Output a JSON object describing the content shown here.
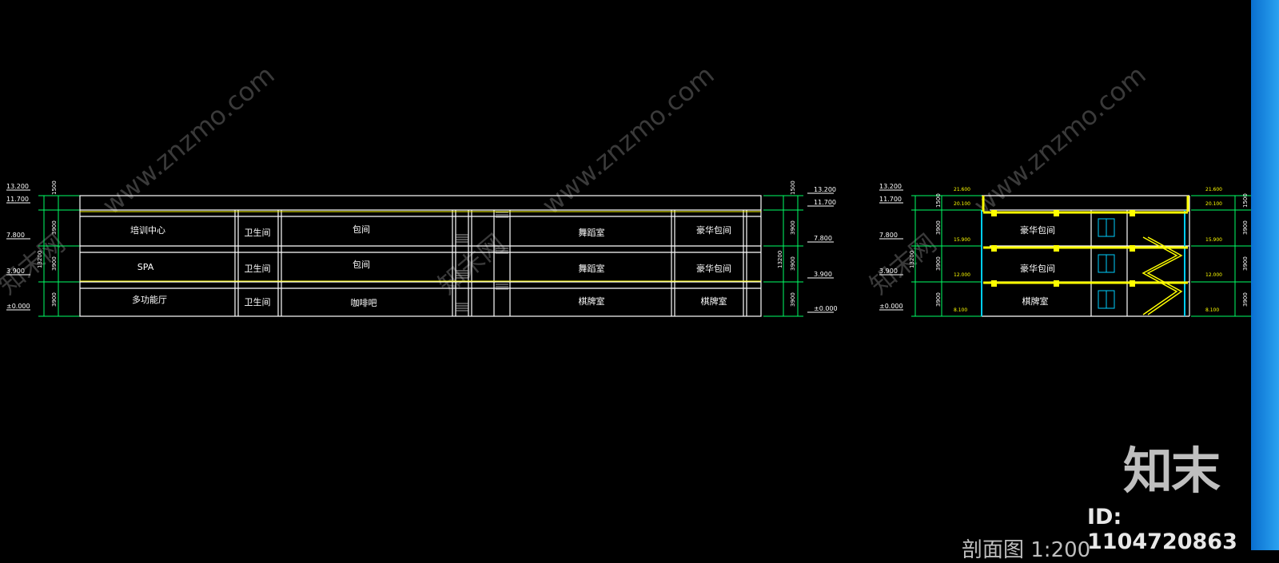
{
  "colors": {
    "background": "#000000",
    "line_white": "#ffffff",
    "line_yellow": "#ffff00",
    "line_green": "#00ff66",
    "line_cyan": "#00cfff",
    "accent_blue": "#1a8fe6"
  },
  "watermark": {
    "text": "www.znzmo.com",
    "cn": "知末网"
  },
  "logo": {
    "text": "知末"
  },
  "id_label": "ID: 1104720863",
  "bottom_title": "剖面图 1:200",
  "left_section": {
    "levels": [
      "13.200",
      "11.700",
      "7.800",
      "3.900",
      "±0.000"
    ],
    "dims": [
      "1500",
      "3900",
      "3900",
      "3900"
    ],
    "total_dim": "13200",
    "rooms": [
      {
        "name": "培训中心"
      },
      {
        "name": "卫生间"
      },
      {
        "name": "包间"
      },
      {
        "name": "舞蹈室"
      },
      {
        "name": "豪华包间"
      },
      {
        "name": "SPA"
      },
      {
        "name": "卫生间"
      },
      {
        "name": "包间"
      },
      {
        "name": "舞蹈室"
      },
      {
        "name": "豪华包间"
      },
      {
        "name": "多功能厅"
      },
      {
        "name": "卫生间"
      },
      {
        "name": "咖啡吧"
      },
      {
        "name": "棋牌室"
      },
      {
        "name": "棋牌室"
      }
    ]
  },
  "right_section": {
    "levels": [
      "13.200",
      "11.700",
      "7.800",
      "3.900",
      "±0.000"
    ],
    "dims": [
      "1500",
      "3900",
      "3900",
      "3900"
    ],
    "total_dim": "13200",
    "inner_levels_left": [
      "21.600",
      "20.100",
      "15.900",
      "12.000",
      "8.100"
    ],
    "inner_levels_right": [
      "21.600",
      "20.100",
      "15.900",
      "12.000",
      "8.100"
    ],
    "rooms": [
      {
        "name": "豪华包间"
      },
      {
        "name": "豪华包间"
      },
      {
        "name": "棋牌室"
      }
    ]
  }
}
